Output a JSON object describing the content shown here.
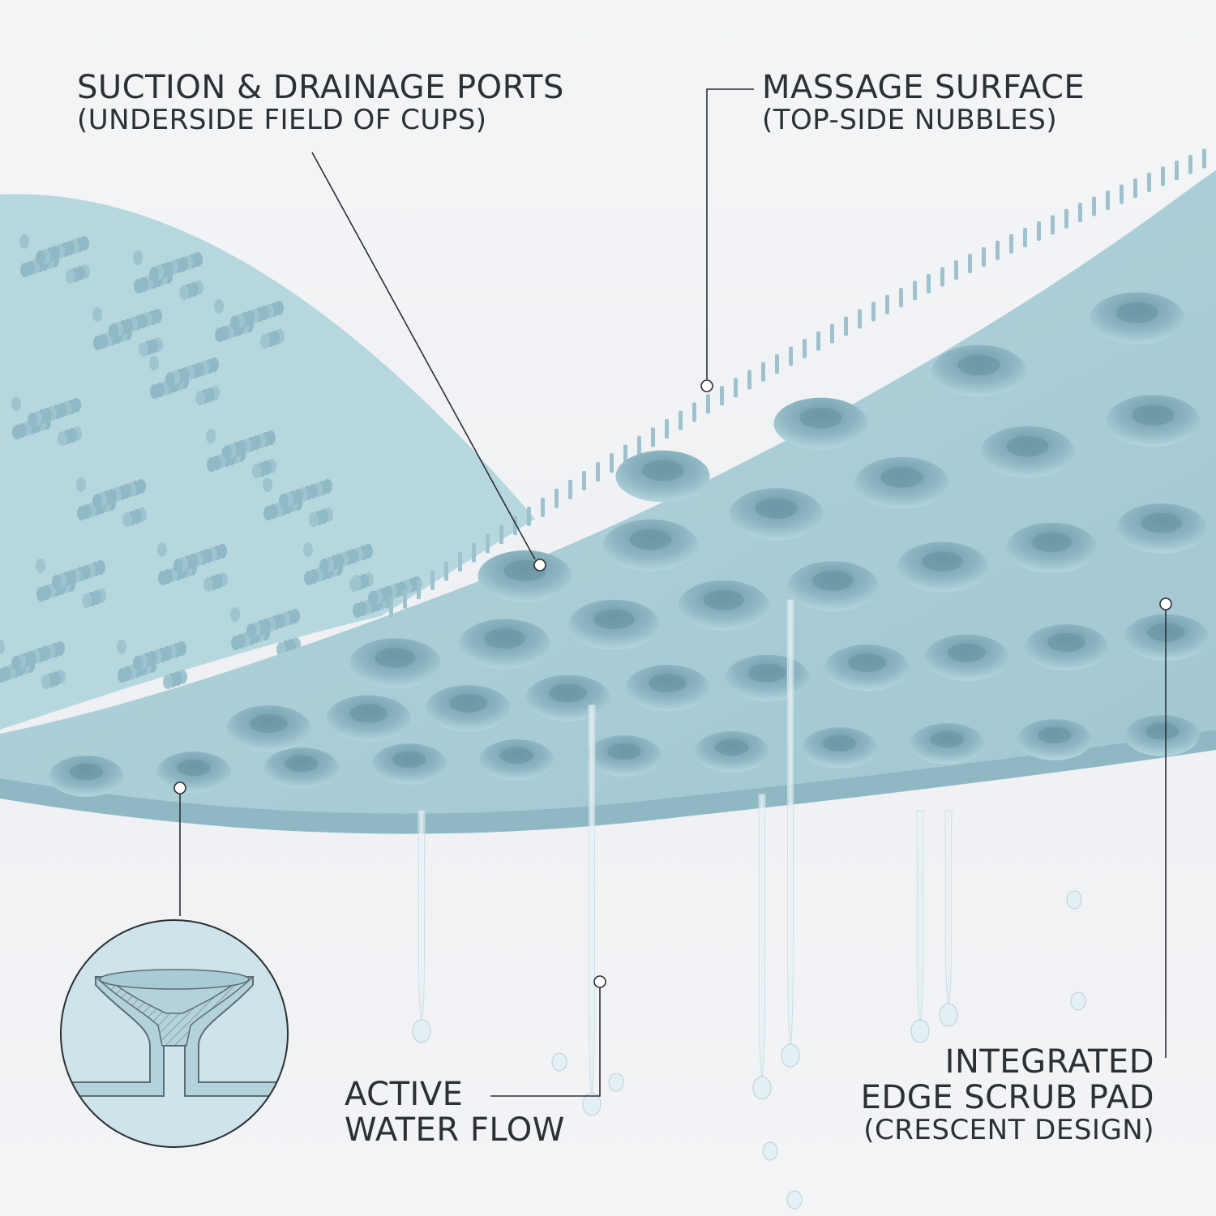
{
  "callouts": {
    "suction": {
      "line1": "SUCTION & DRAINAGE PORTS",
      "line2": "(UNDERSIDE FIELD OF CUPS)"
    },
    "massage": {
      "line1": "MASSAGE SURFACE",
      "line2": "(TOP-SIDE NUBBLES)"
    },
    "water": {
      "line1": "ACTIVE",
      "line2": "WATER FLOW"
    },
    "edge": {
      "line1": "INTEGRATED",
      "line2": "EDGE SCRUB PAD",
      "line3": "(CRESCENT DESIGN)"
    }
  },
  "colors": {
    "mat_light": "#b9d8e0",
    "mat_mid": "#a6cad4",
    "mat_dark": "#7fa9b6",
    "line": "#2c2f33",
    "water": "#e8f3f7"
  },
  "inset": {
    "icon": "suction-cup-cross-section-icon"
  }
}
